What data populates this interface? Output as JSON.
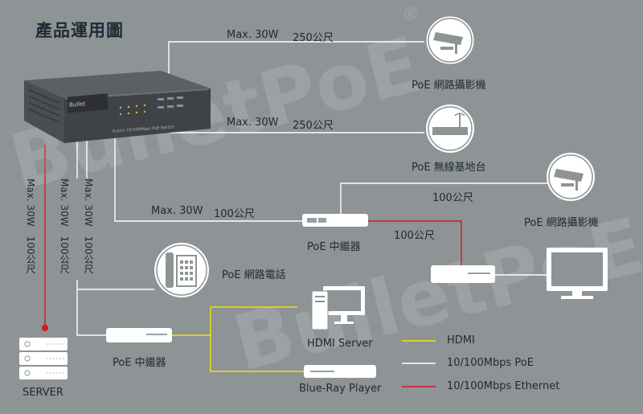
{
  "title": "產品運用圖",
  "watermark": {
    "prefix": "Bullet",
    "mark": "PoE",
    "registered": "®"
  },
  "switch_brand": "Bullet",
  "switch_model": "8-port 10/100Mbps PoE Switch",
  "links": {
    "cam1_power": "Max. 30W",
    "cam1_dist": "250公尺",
    "ap_power": "Max. 30W",
    "ap_dist": "250公尺",
    "ext_power": "Max. 30W",
    "ext_dist": "100公尺",
    "cam2_dist": "100公尺",
    "hdmi_dist": "100公尺",
    "v1": "Max. 30W　100公尺",
    "v2": "Max. 30W　100公尺",
    "v3": "Max. 30W　100公尺"
  },
  "devices": {
    "cam1": "PoE 網路攝影機",
    "ap": "PoE 無線基地台",
    "cam2": "PoE 網路攝影機",
    "ext_upper": "PoE 中繼器",
    "ext_lower": "PoE 中繼器",
    "phone": "PoE 網路電話",
    "hdmi_server": "HDMI Server",
    "bluray": "Blue-Ray Player",
    "server": "SERVER"
  },
  "legend": [
    {
      "label": "HDMI",
      "color": "#f2e500"
    },
    {
      "label": "10/100Mbps PoE",
      "color": "#ffffff"
    },
    {
      "label": "10/100Mbps Ethernet",
      "color": "#d7191f"
    }
  ],
  "colors": {
    "background": "#8e9396",
    "poe_line": "#ffffff",
    "ethernet_line": "#d7191f",
    "hdmi_line": "#f2e500",
    "text": "#1e2a33"
  }
}
